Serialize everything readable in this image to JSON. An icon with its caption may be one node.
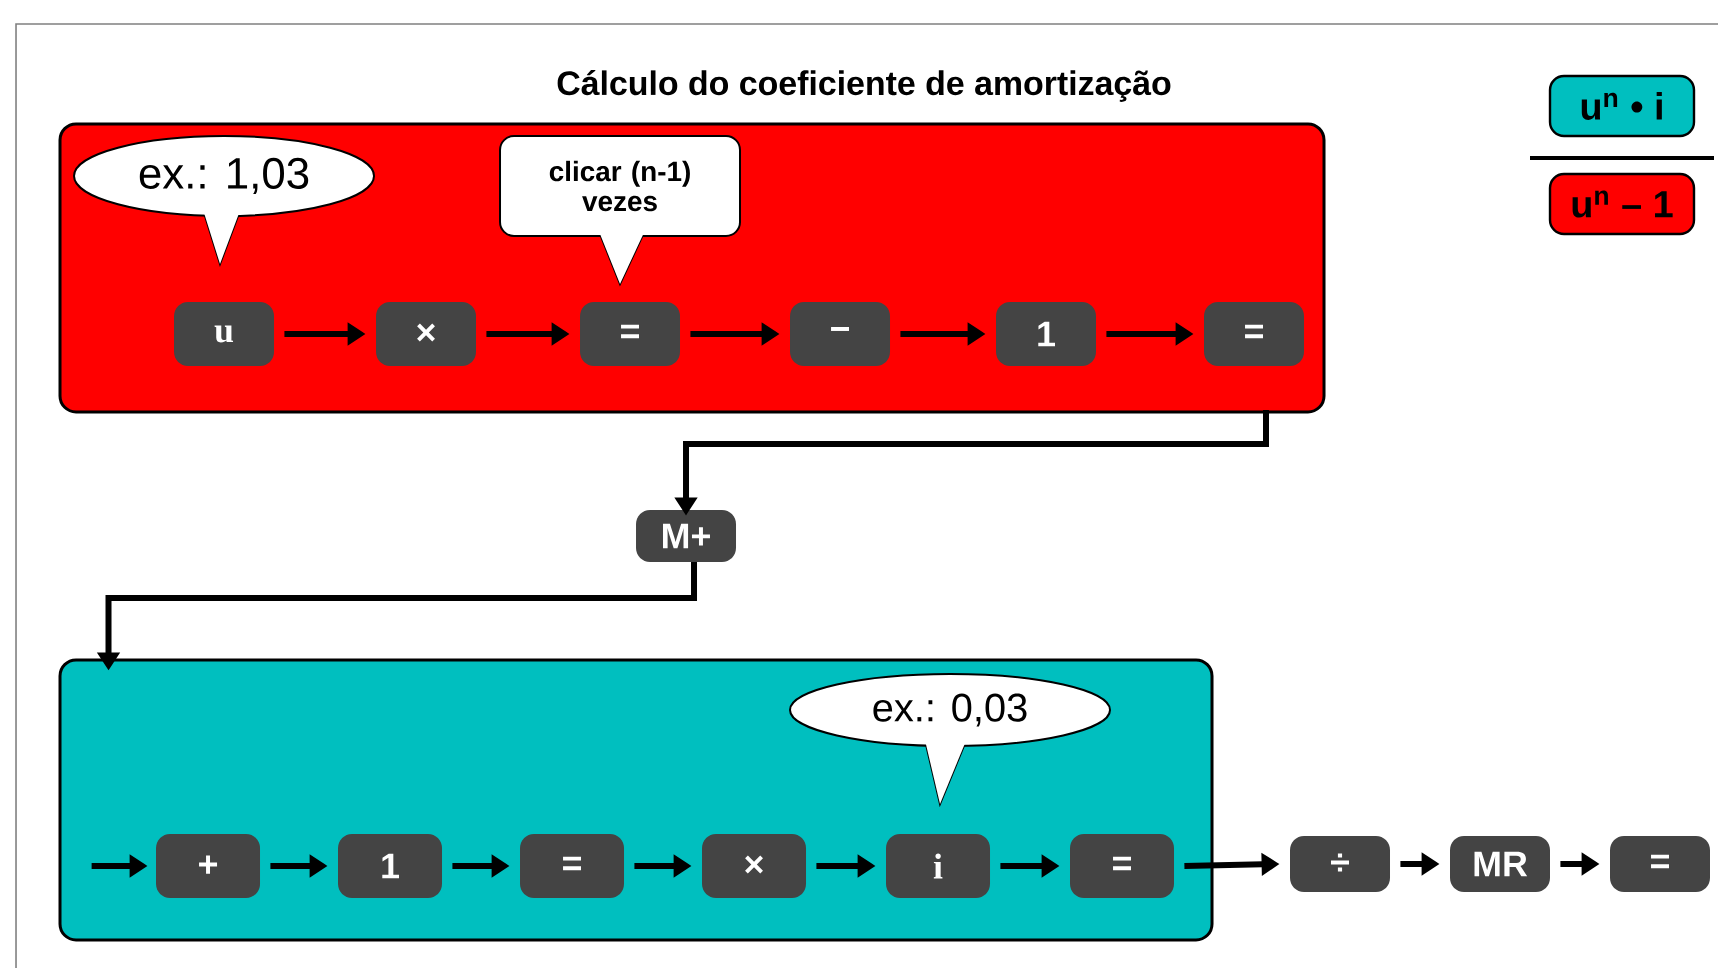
{
  "diagram": {
    "title": "Cálculo do coeficiente de amortização",
    "nodes": [
      {
        "text": [],
        "shape": "box"
      },
      {
        "text": [
          "ex.: 1,03"
        ],
        "in": 0
      },
      {
        "text": [
          "clicar (n-1) vezes"
        ],
        "in": 0
      },
      {
        "text": [
          "u"
        ],
        "in": 0
      },
      {
        "text": [
          "×"
        ],
        "in": 0
      },
      {
        "text": [
          "="
        ],
        "in": 0
      },
      {
        "text": [
          "−"
        ],
        "in": 0
      },
      {
        "text": [
          "1"
        ],
        "in": 0
      },
      {
        "text": [
          "="
        ],
        "in": 0
      },
      {
        "text": [
          "u$^{n}$ • i"
        ]
      },
      {
        "text": [
          "u$^{n}$ – 1"
        ]
      },
      {
        "text": [
          "M+"
        ]
      },
      {
        "text": [],
        "shape": "box"
      },
      {
        "text": [
          "ex.: 0,03"
        ],
        "in": 12
      },
      {
        "text": [
          "+"
        ],
        "in": 12
      },
      {
        "text": [
          "1"
        ],
        "in": 12
      },
      {
        "text": [
          "="
        ],
        "in": 12
      },
      {
        "text": [
          "×"
        ],
        "in": 12
      },
      {
        "text": [
          "i"
        ],
        "in": 12
      },
      {
        "text": [
          "="
        ],
        "in": 12
      },
      {
        "text": [
          "÷"
        ]
      },
      {
        "text": [
          "MR"
        ]
      },
      {
        "text": [
          "="
        ]
      }
    ],
    "edges": [
      {
        "from": 3,
        "to": 4,
        "arrow": "to"
      },
      {
        "from": 4,
        "to": 5,
        "arrow": "to"
      },
      {
        "from": 5,
        "to": 6,
        "arrow": "to"
      },
      {
        "from": 6,
        "to": 7,
        "arrow": "to"
      },
      {
        "from": 7,
        "to": 8,
        "arrow": "to"
      },
      {
        "from": 8,
        "to": 11,
        "arrow": "to"
      },
      {
        "from": 11,
        "to": 12,
        "arrow": "to"
      },
      {
        "from": null,
        "to": 14,
        "arrow": "to"
      },
      {
        "from": 14,
        "to": 15,
        "arrow": "to"
      },
      {
        "from": 15,
        "to": 16,
        "arrow": "to"
      },
      {
        "from": 16,
        "to": 17,
        "arrow": "to"
      },
      {
        "from": 17,
        "to": 18,
        "arrow": "to"
      },
      {
        "from": 18,
        "to": 19,
        "arrow": "to"
      },
      {
        "from": 19,
        "to": 20,
        "arrow": "to"
      },
      {
        "from": 20,
        "to": 21,
        "arrow": "to"
      },
      {
        "from": 21,
        "to": 22,
        "arrow": "to"
      }
    ]
  }
}
